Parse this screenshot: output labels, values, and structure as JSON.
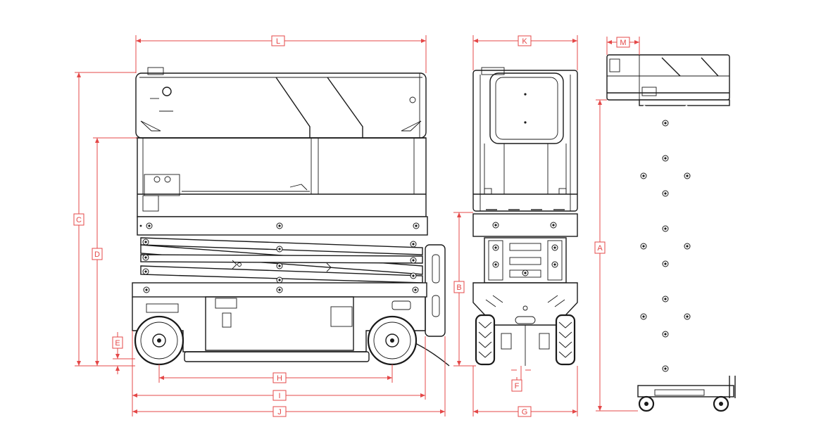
{
  "colors": {
    "dimension": "#e44848",
    "machine": "#1a1a1a",
    "background": "#ffffff"
  },
  "dimensions": {
    "A": "A",
    "B": "B",
    "C": "C",
    "D": "D",
    "E": "E",
    "F": "F",
    "G": "G",
    "H": "H",
    "I": "I",
    "J": "J",
    "K": "K",
    "L": "L",
    "M": "M"
  }
}
